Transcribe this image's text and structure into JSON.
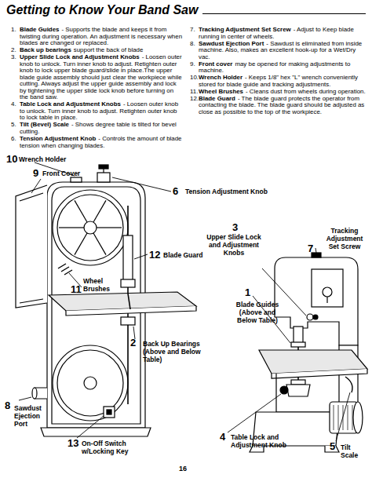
{
  "diagram": {
    "title": "Getting to Know Your Band Saw",
    "labels": [
      "1.",
      "Blade Guides",
      "- Supports the blade and keeps it from twisting during operation. An adjustment is necessary when blades are changed or replaced.",
      "2.",
      "Back up bearings",
      "support the back of blade",
      "3.",
      "Upper Slide Lock and Adjustment Knobs",
      "- Loosen outer knob to unlock. Turn inner knob to adjust. Retighten outer knob to lock upper blade guard/slide in place.The upper blade guide assembly should just clear the workpiece while cutting. Always adjust the upper guide assembly and lock by tightening the upper slide lock knob before turning on the band saw.",
      "4.",
      "Table Lock and Adjustment Knobs",
      "- Loosen outer knob to unlock. Turn inner knob to adjust. Retighten outer knob to lock table in place.",
      "5.",
      "Tilt (Bevel) Scale",
      "- Shows degree table is tilted for bevel cutting.",
      "6.",
      "Tension Adjustment Knob",
      "- Controls the amount of blade tension when changing blades.",
      "7.",
      "Tracking Adjustment Set Screw",
      "- Adjust to Keep blade running in center of wheels.",
      "8.",
      "Sawdust Ejection Port",
      "- Sawdust is eliminated from inside machine. Also, makes an excellent hook-up for a Wet/Dry vac.",
      "9.",
      "Front cover",
      "may be opened for making adjustments to machine.",
      "10.",
      "Wrench Holder",
      "- Keeps 1/8\" hex \"L\" wrench conveniently stored for blade guide and tracking adjustments.",
      "11.",
      "Wheel Brushes",
      "- Cleans dust from wheels during operation.",
      "12.",
      "Blade Guard",
      "- The blade guard protects the operator from contacting the blade. The blade guard should be adjusted as close as possible to the top of the workpiece.",
      "10",
      "Wrench Holder",
      "9",
      "Front Cover",
      "6",
      "Tension Adjustment Knob",
      "3",
      "Upper Slide Lock and Adjustment Knobs",
      "Tracking Adjustment Set Screw",
      "7",
      "12",
      "Blade Guard",
      "11",
      "Wheel Brushes",
      "1",
      "Blade Guides (Above and Below Table)",
      "2",
      "Back Up Bearings (Above and Below Table)",
      "8",
      "Sawdust Ejection Port",
      "13",
      "On-Off Switch w/Locking Key",
      "4",
      "Table Lock and Adjustment Knob",
      "5",
      "Tilt Scale",
      "16"
    ]
  }
}
